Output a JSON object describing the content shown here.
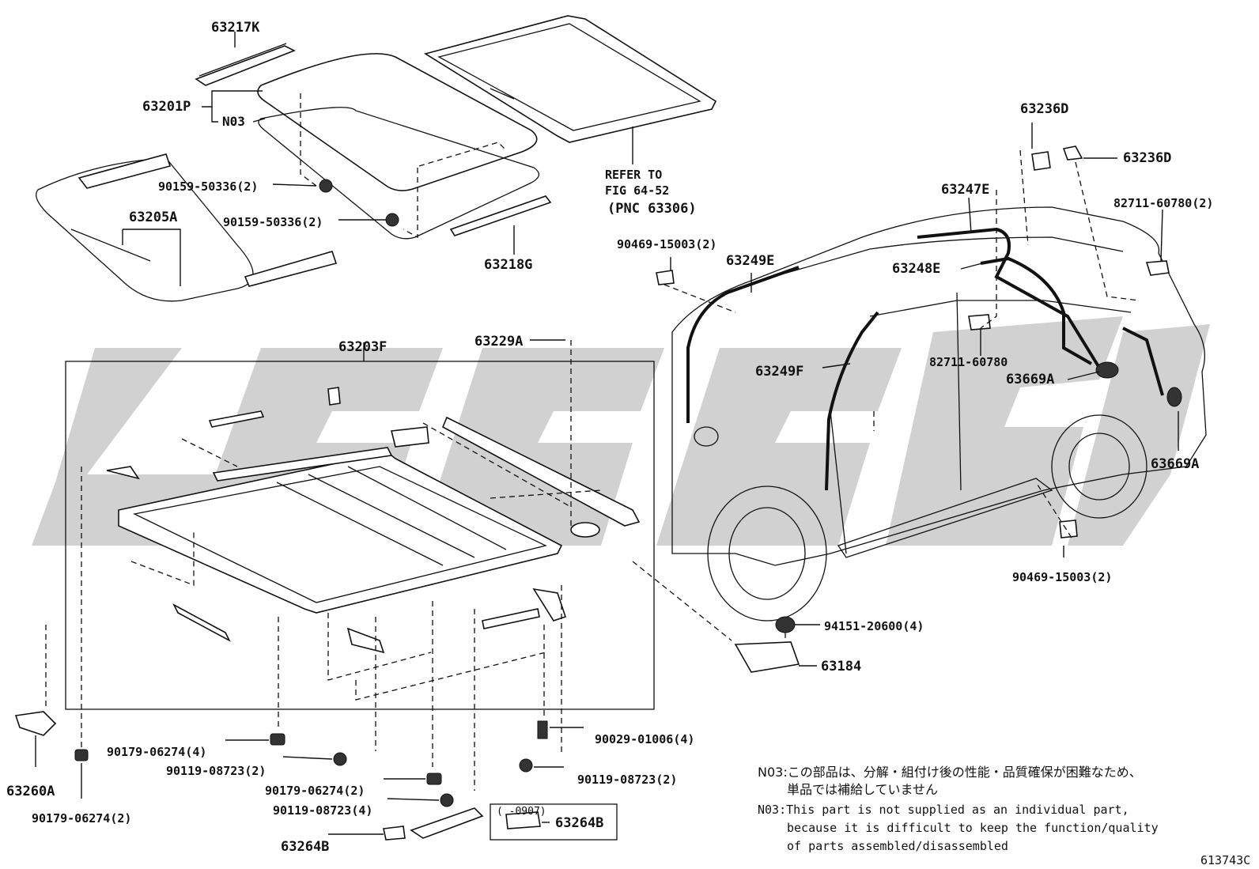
{
  "labels": {
    "p63217K": "63217K",
    "p63201P": "63201P",
    "n03": "N03",
    "p90159a": "90159-50336(2)",
    "p90159b": "90159-50336(2)",
    "p63205A": "63205A",
    "p63218G": "63218G",
    "refer1": "REFER TO",
    "refer2": "FIG 64-52",
    "refer3": "(PNC 63306)",
    "p63203F": "63203F",
    "p63229A": "63229A",
    "p63236Da": "63236D",
    "p63236Db": "63236D",
    "p63247E": "63247E",
    "p82711a": "82711-60780(2)",
    "p90469a": "90469-15003(2)",
    "p63249E": "63249E",
    "p63248E": "63248E",
    "p82711b": "82711-60780",
    "p63249F": "63249F",
    "p63669Aa": "63669A",
    "p63669Ab": "63669A",
    "p90469b": "90469-15003(2)",
    "p94151": "94151-20600(4)",
    "p63184": "63184",
    "p90029": "90029-01006(4)",
    "p90179a": "90179-06274(4)",
    "p90119a": "90119-08723(2)",
    "p90119b": "90119-08723(2)",
    "p90179b": "90179-06274(2)",
    "p90119c": "90119-08723(4)",
    "p63260A": "63260A",
    "p90179c": "90179-06274(2)",
    "p63264Ba": "63264B",
    "p63264Bb": "63264B",
    "date": "(    -0907)",
    "figno": "613743C"
  },
  "notes": {
    "jp1": "N03:この部品は、分解・組付け後の性能・品質確保が困難なため、",
    "jp2": "単品では補給していません",
    "en1": "N03:This part is not supplied as an individual part,",
    "en2": "because it is difficult to keep the function/quality",
    "en3": "of parts assembled/disassembled"
  },
  "watermark": {
    "color": "#c9c9c9"
  }
}
